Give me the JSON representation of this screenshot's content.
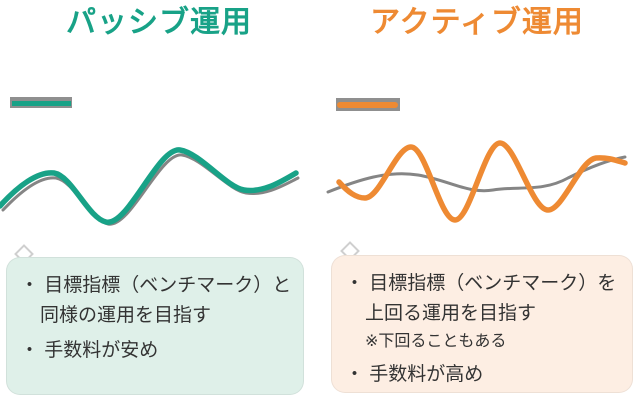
{
  "benchmark": {
    "color": "#858585",
    "legend_color": "#8f8f8f"
  },
  "left": {
    "title": "パッシブ運用",
    "accent_color": "#18a287",
    "box_bg": "#dff0e9",
    "lines": {
      "l1": "・ 目標指標（ベンチマーク）と",
      "l2": "同様の運用を目指す",
      "l3": "・ 手数料が安め"
    }
  },
  "right": {
    "title": "アクティブ運用",
    "accent_color": "#ee8a33",
    "box_bg": "#fdeee3",
    "lines": {
      "l1": "・ 目標指標（ベンチマーク）を",
      "l2": "上回る運用を目指す",
      "note": "※下回ることもある",
      "l3": "・ 手数料が高め"
    }
  }
}
